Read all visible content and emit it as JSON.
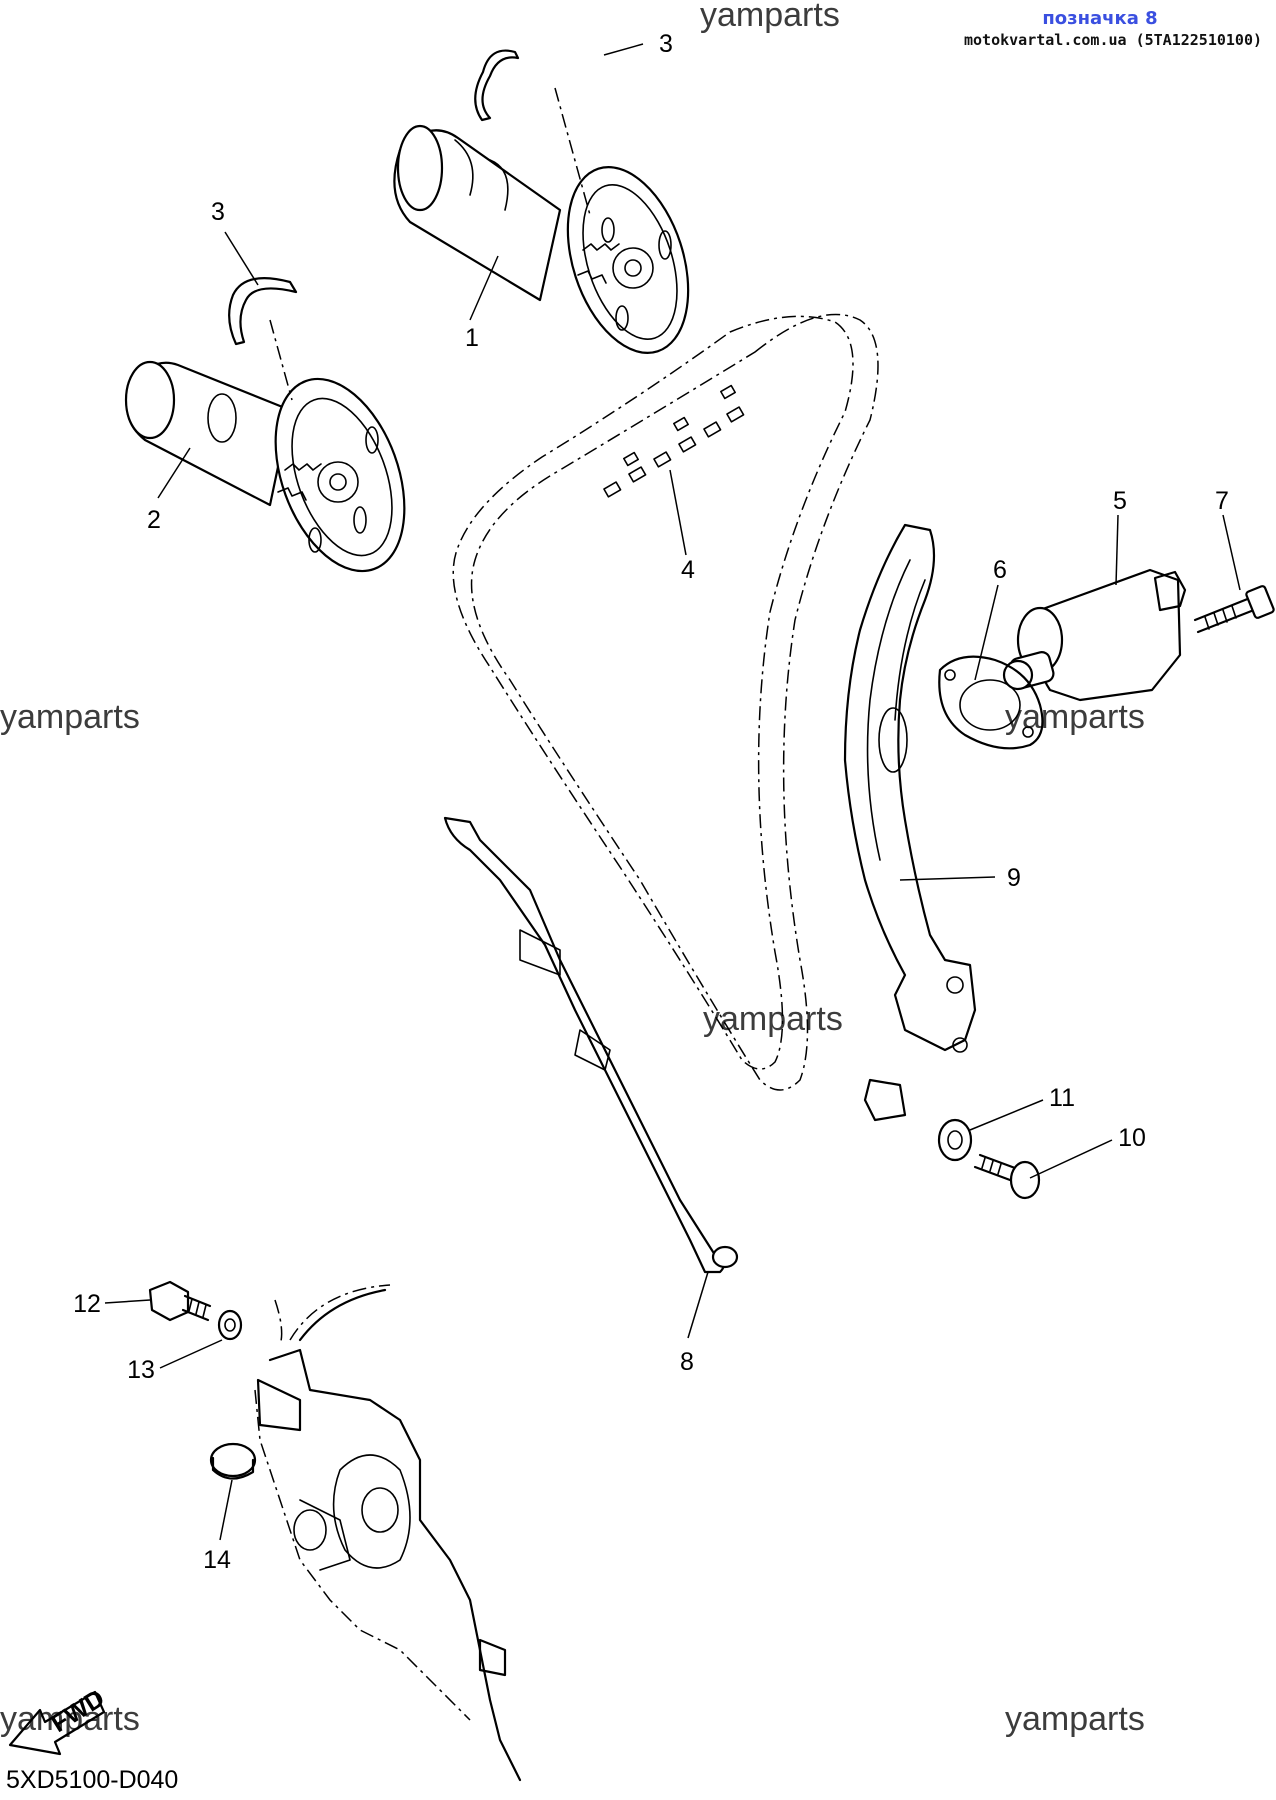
{
  "header": {
    "designation": "позначка 8",
    "source": "motokvartal.com.ua (5TA122510100)"
  },
  "watermark_text": "yamparts",
  "diagram_code": "5XD5100-D040",
  "fwd_label": "FWD",
  "callouts": [
    {
      "id": "c1",
      "label": "1"
    },
    {
      "id": "c2",
      "label": "2"
    },
    {
      "id": "c3a",
      "label": "3"
    },
    {
      "id": "c3b",
      "label": "3"
    },
    {
      "id": "c4",
      "label": "4"
    },
    {
      "id": "c5",
      "label": "5"
    },
    {
      "id": "c6",
      "label": "6"
    },
    {
      "id": "c7",
      "label": "7"
    },
    {
      "id": "c8",
      "label": "8"
    },
    {
      "id": "c9",
      "label": "9"
    },
    {
      "id": "c10",
      "label": "10"
    },
    {
      "id": "c11",
      "label": "11"
    },
    {
      "id": "c12",
      "label": "12"
    },
    {
      "id": "c13",
      "label": "13"
    },
    {
      "id": "c14",
      "label": "14"
    }
  ]
}
